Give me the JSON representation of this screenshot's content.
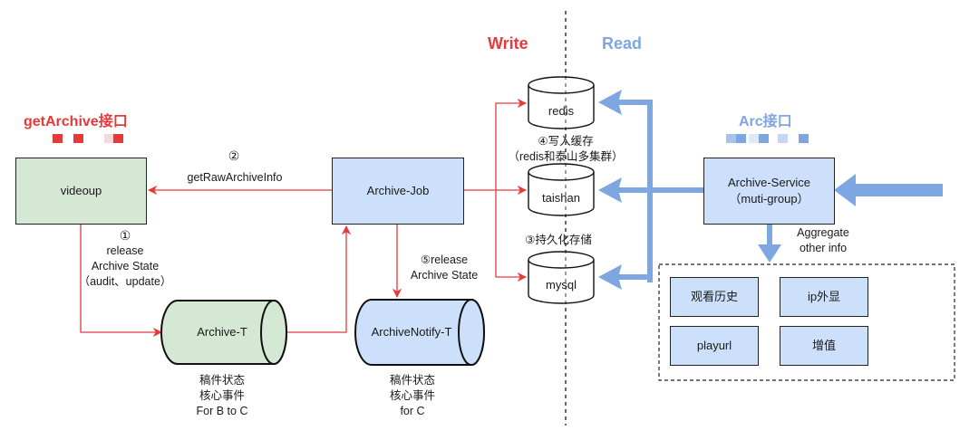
{
  "colors": {
    "write_red": "#e8393a",
    "read_blue": "#7ea6e0",
    "green_fill": "#d5e8d4",
    "blue_fill": "#cce0fb"
  },
  "sections": {
    "write": "Write",
    "read": "Read"
  },
  "headers": {
    "get_archive": "getArchive接口",
    "arc": "Arc接口"
  },
  "nodes": {
    "videoup": "videoup",
    "archive_job": "Archive-Job",
    "archive_t": "Archive-T",
    "archive_notify_t": "ArchiveNotify-T",
    "redis": "redis",
    "taishan": "taishan",
    "mysql": "mysql",
    "archive_service_line1": "Archive-Service",
    "archive_service_line2": "（muti-group）"
  },
  "edges": {
    "step2_num": "②",
    "step2_label": "getRawArchiveInfo",
    "step1_num": "①",
    "step1_line1": "release",
    "step1_line2": "Archive State",
    "step1_line3": "（audit、update）",
    "step5_line1": "⑤release",
    "step5_line2": "Archive State",
    "step4_line1": "④写入缓存",
    "step4_line2": "（redis和泰山多集群）",
    "step3_label": "③持久化存储",
    "aggregate_line1": "Aggregate",
    "aggregate_line2": "other info"
  },
  "captions": {
    "archive_t": [
      "稿件状态",
      "核心事件",
      "For B to C"
    ],
    "archive_notify_t": [
      "稿件状态",
      "核心事件",
      "for C"
    ]
  },
  "aggregate_items": [
    "观看历史",
    "ip外显",
    "playurl",
    "增值"
  ]
}
